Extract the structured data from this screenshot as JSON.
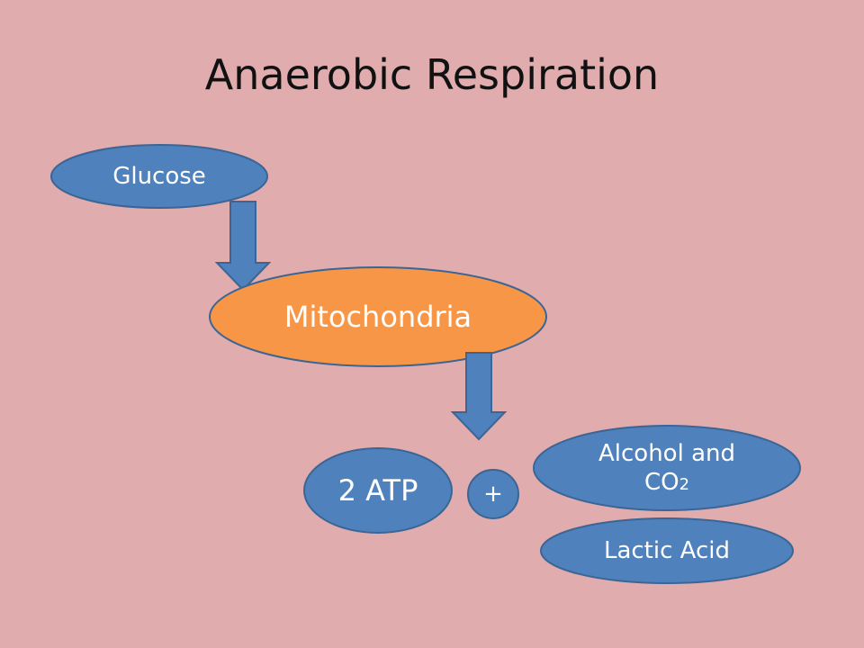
{
  "slide": {
    "title": "Anaerobic Respiration"
  },
  "nodes": {
    "glucose": "Glucose",
    "mitochondria": "Mitochondria",
    "atp": "2 ATP",
    "plus": "+",
    "alcohol_line1": "Alcohol and",
    "alcohol_line2": "CO",
    "alcohol_sub": "2",
    "lactic": "Lactic Acid"
  },
  "colors": {
    "background": "#e0acad",
    "blue_fill": "#4f81bd",
    "blue_stroke": "#3b6595",
    "orange_fill": "#f79646",
    "text": "#ffffff"
  }
}
